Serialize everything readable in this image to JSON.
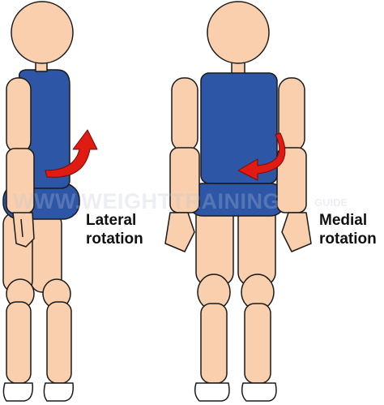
{
  "labels": {
    "lateral": [
      "Lateral",
      "rotation"
    ],
    "medial": [
      "Medial",
      "rotation"
    ]
  },
  "watermark": {
    "main": "WWW.WEIGHTTRAINING",
    "suffix": "GUIDE"
  },
  "colors": {
    "skin": "#f9cfae",
    "outline": "#1a1a1a",
    "torso": "#2e56a6",
    "arrow": "#e01b12",
    "shoe": "#ffffff"
  }
}
